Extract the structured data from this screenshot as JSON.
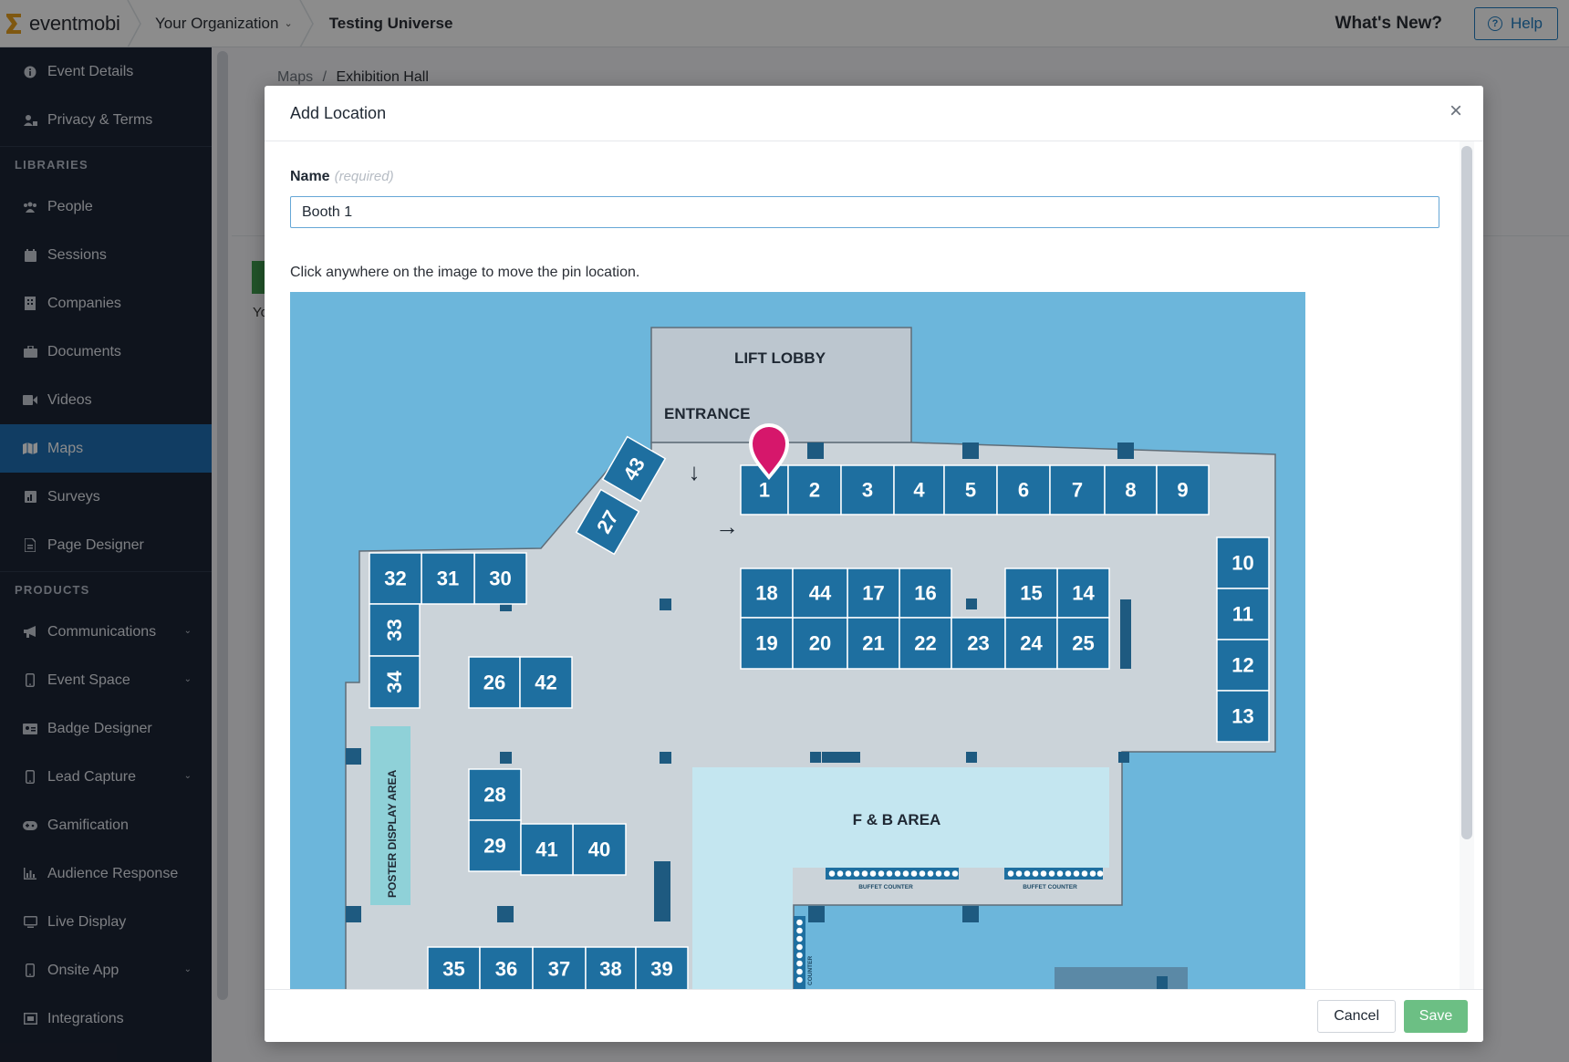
{
  "topbar": {
    "logo_text": "eventmobi",
    "organization": "Your Organization",
    "event": "Testing Universe",
    "whats_new": "What's New?",
    "help": "Help"
  },
  "sidebar": {
    "top_items": [
      {
        "label": "Event Details",
        "icon": "info-icon"
      },
      {
        "label": "Privacy & Terms",
        "icon": "user-lock-icon"
      }
    ],
    "libraries_heading": "LIBRARIES",
    "library_items": [
      {
        "label": "People",
        "icon": "people-icon"
      },
      {
        "label": "Sessions",
        "icon": "calendar-icon"
      },
      {
        "label": "Companies",
        "icon": "building-icon"
      },
      {
        "label": "Documents",
        "icon": "briefcase-icon"
      },
      {
        "label": "Videos",
        "icon": "video-icon"
      },
      {
        "label": "Maps",
        "icon": "map-icon",
        "active": true
      },
      {
        "label": "Surveys",
        "icon": "survey-icon"
      },
      {
        "label": "Page Designer",
        "icon": "page-icon"
      }
    ],
    "products_heading": "PRODUCTS",
    "product_items": [
      {
        "label": "Communications",
        "icon": "megaphone-icon",
        "expandable": true
      },
      {
        "label": "Event Space",
        "icon": "mobile-icon",
        "expandable": true
      },
      {
        "label": "Badge Designer",
        "icon": "badge-icon"
      },
      {
        "label": "Lead Capture",
        "icon": "mobile-icon",
        "expandable": true
      },
      {
        "label": "Gamification",
        "icon": "gamepad-icon"
      },
      {
        "label": "Audience Response",
        "icon": "bar-chart-icon"
      },
      {
        "label": "Live Display",
        "icon": "monitor-icon"
      },
      {
        "label": "Onsite App",
        "icon": "mobile-icon",
        "expandable": true
      },
      {
        "label": "Integrations",
        "icon": "integrations-icon"
      }
    ]
  },
  "background_page": {
    "breadcrumb_root": "Maps",
    "breadcrumb_sep": "/",
    "breadcrumb_current": "Exhibition Hall",
    "partial_text": "Yo"
  },
  "modal": {
    "title": "Add Location",
    "name_label": "Name",
    "name_required": "(required)",
    "name_value": "Booth 1",
    "hint": "Click anywhere on the image to move the pin location.",
    "cancel": "Cancel",
    "save": "Save"
  },
  "map": {
    "lift_lobby": "LIFT LOBBY",
    "entrance": "ENTRANCE",
    "fb_area": "F & B AREA",
    "poster_area": "POSTER DISPLAY AREA",
    "buffet_counter": "BUFFET COUNTER",
    "side_counter": "COUNTER",
    "arrow_down": "↓",
    "arrow_right": "→",
    "booths": [
      "1",
      "2",
      "3",
      "4",
      "5",
      "6",
      "7",
      "8",
      "9",
      "10",
      "11",
      "12",
      "13",
      "14",
      "15",
      "16",
      "17",
      "18",
      "19",
      "20",
      "21",
      "22",
      "23",
      "24",
      "25",
      "26",
      "27",
      "28",
      "29",
      "30",
      "31",
      "32",
      "33",
      "34",
      "35",
      "36",
      "37",
      "38",
      "39",
      "40",
      "41",
      "42",
      "43",
      "44"
    ],
    "pin_booth": "1",
    "colors": {
      "water": "#6cb6db",
      "floor": "#cbd3d9",
      "booth": "#1e6fa0",
      "pin": "#d6176b",
      "fb": "#c4e6f0",
      "poster": "#8fd1d8"
    }
  }
}
